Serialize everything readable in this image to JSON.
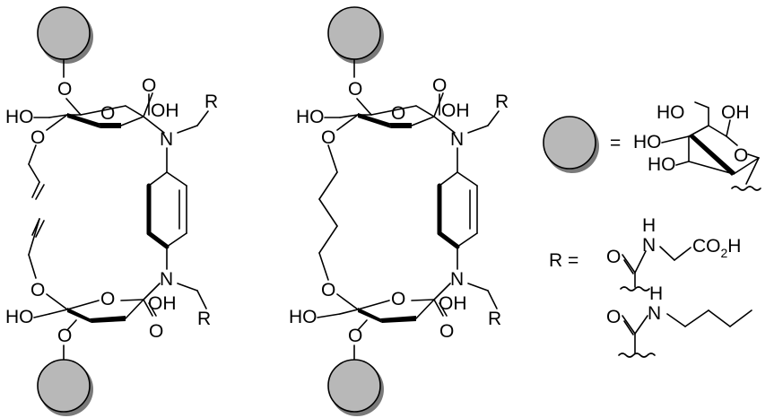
{
  "atoms": {
    "o": "O",
    "n": "N",
    "h": "H",
    "r": "R",
    "ho": "HO",
    "oh": "OH",
    "co2h": "CO",
    "co2h_sub": "2",
    "co2h_h": "H"
  },
  "legend": {
    "equals": "=",
    "r_equals": "R ="
  },
  "colors": {
    "sphere_fill": "#b8b8b8",
    "sphere_shade": "#7a7a7a",
    "ink": "#000000"
  }
}
